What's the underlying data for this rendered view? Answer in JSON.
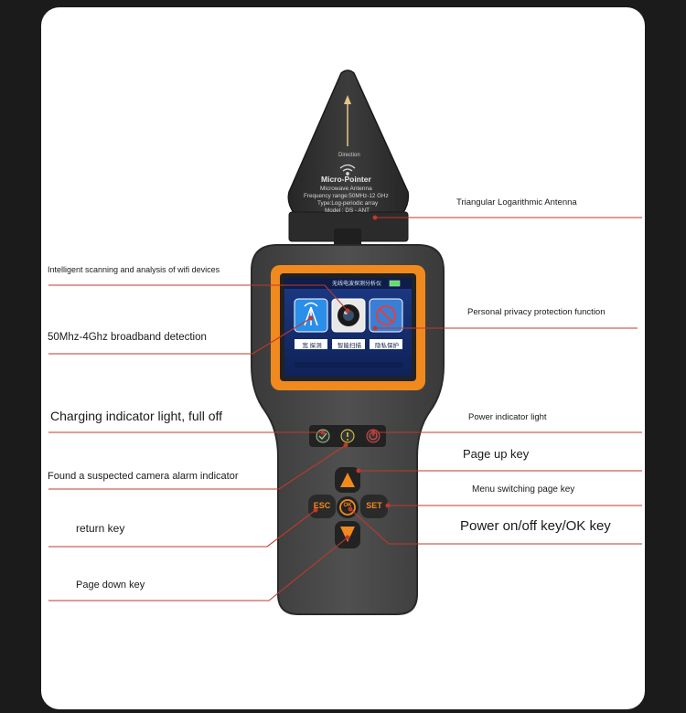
{
  "antenna": {
    "arrow_text": "Direction",
    "title": "Micro-Pointer",
    "line1": "Microwave Antenna",
    "line2": "Frequency range:50MHz-12 GHz",
    "line3": "Type:Log-periodic array",
    "line4": "Model : DS - ANT"
  },
  "screen": {
    "header": "无线电波探测分析仪",
    "menu": [
      "宽  探测",
      "智能扫描",
      "隐私保护"
    ]
  },
  "keys": {
    "esc": "ESC",
    "set": "SET",
    "ok": "OK"
  },
  "callouts": {
    "antenna": "Triangular Logarithmic Antenna",
    "wifi": "Intelligent scanning and analysis of wifi devices",
    "privacy": "Personal privacy protection function",
    "broadband": "50Mhz-4Ghz broadband detection",
    "charging": "Charging indicator light, full off",
    "power_light": "Power indicator light",
    "page_up": "Page up key",
    "camera_alarm": "Found a suspected camera alarm indicator",
    "menu_switch": "Menu switching page key",
    "return": "return key",
    "power_ok": "Power on/off key/OK key",
    "page_down": "Page down key"
  },
  "colors": {
    "background": "#1b1b1b",
    "card": "#ffffff",
    "device_body": "#4a4a4a",
    "screen_frame": "#f08a1e",
    "callout_line": "#c0392b",
    "antenna": "#2f2f2f"
  }
}
